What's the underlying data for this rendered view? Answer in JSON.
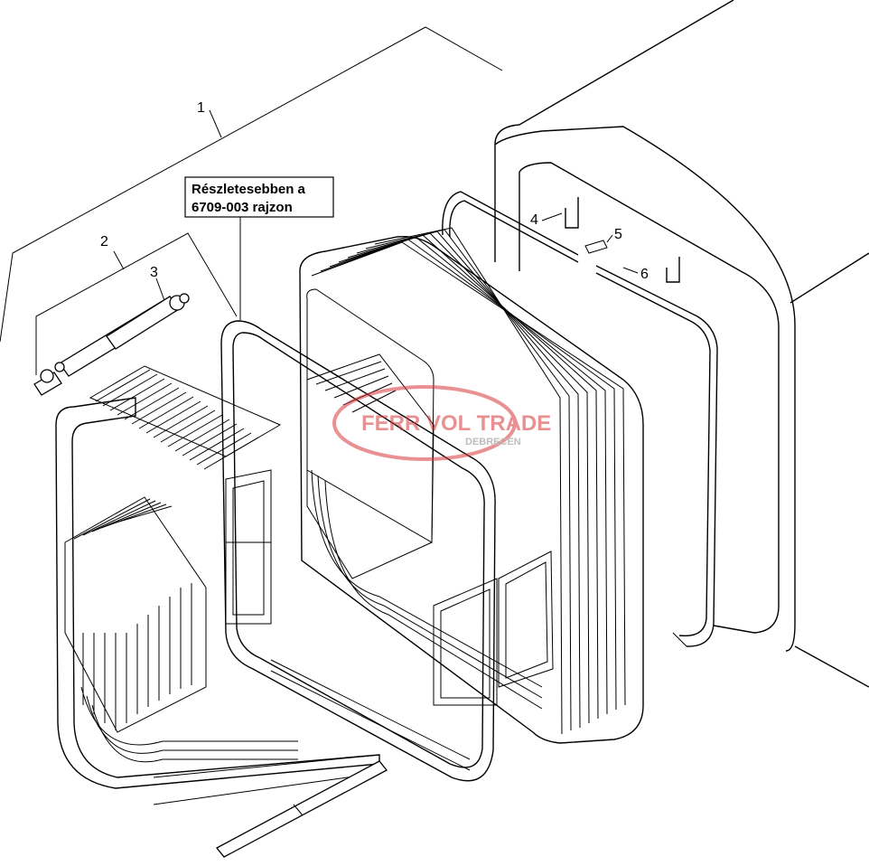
{
  "callouts": {
    "c1": "1",
    "c2": "2",
    "c3": "3",
    "c4": "4",
    "c5": "5",
    "c6": "6"
  },
  "note": {
    "line1": "Részletesebben a",
    "line2": "6709-003 rajzon"
  },
  "watermark": {
    "brand": "FERR VOL TRADE",
    "city": "DEBRECEN",
    "color": "#d8393a"
  }
}
